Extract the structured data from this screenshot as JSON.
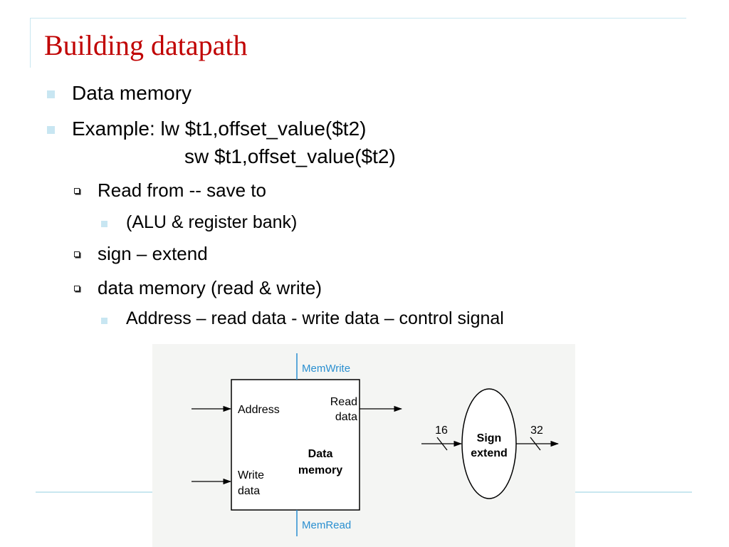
{
  "slide": {
    "title": "Building datapath",
    "bullets": {
      "b1": "Data memory",
      "b2_line1": "Example: lw $t1,offset_value($t2)",
      "b2_line2": "sw $t1,offset_value($t2)",
      "b3": "Read from  -- save to",
      "b4": "(ALU & register bank)",
      "b5": "sign – extend",
      "b6": "data memory (read & write)",
      "b7": "Address – read data  - write data – control signal"
    }
  },
  "diagram": {
    "mem_write": "MemWrite",
    "mem_read": "MemRead",
    "address": "Address",
    "read_line1": "Read",
    "read_line2": "data",
    "write_line1": "Write",
    "write_line2": "data",
    "data_line1": "Data",
    "data_line2": "memory",
    "input_bits": "16",
    "output_bits": "32",
    "sign_line1": "Sign",
    "sign_line2": "extend",
    "colors": {
      "control": "#2a8fd0",
      "background": "#f4f5f3"
    }
  }
}
